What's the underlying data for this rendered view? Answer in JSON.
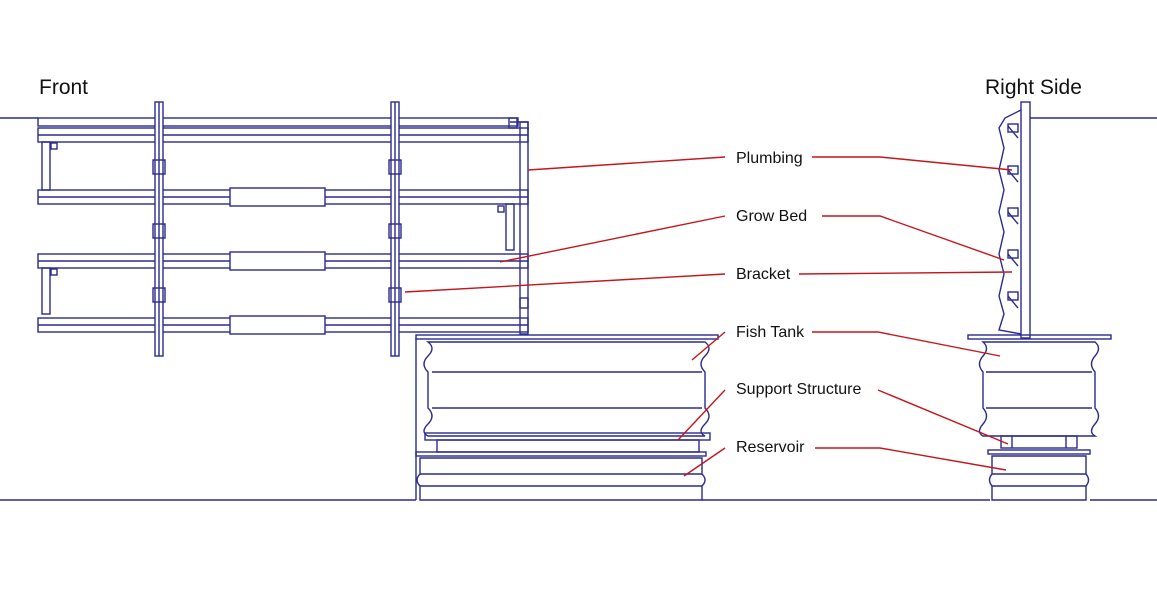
{
  "views": {
    "front": "Front",
    "right_side": "Right Side"
  },
  "labels": [
    {
      "id": "plumbing",
      "text": "Plumbing"
    },
    {
      "id": "grow-bed",
      "text": "Grow Bed"
    },
    {
      "id": "bracket",
      "text": "Bracket"
    },
    {
      "id": "fish-tank",
      "text": "Fish Tank"
    },
    {
      "id": "support-structure",
      "text": "Support Structure"
    },
    {
      "id": "reservoir",
      "text": "Reservoir"
    }
  ],
  "colors": {
    "line_art": "#2a2a8f",
    "leader_lines": "#c4161c",
    "text": "#111111",
    "background": "#ffffff"
  }
}
